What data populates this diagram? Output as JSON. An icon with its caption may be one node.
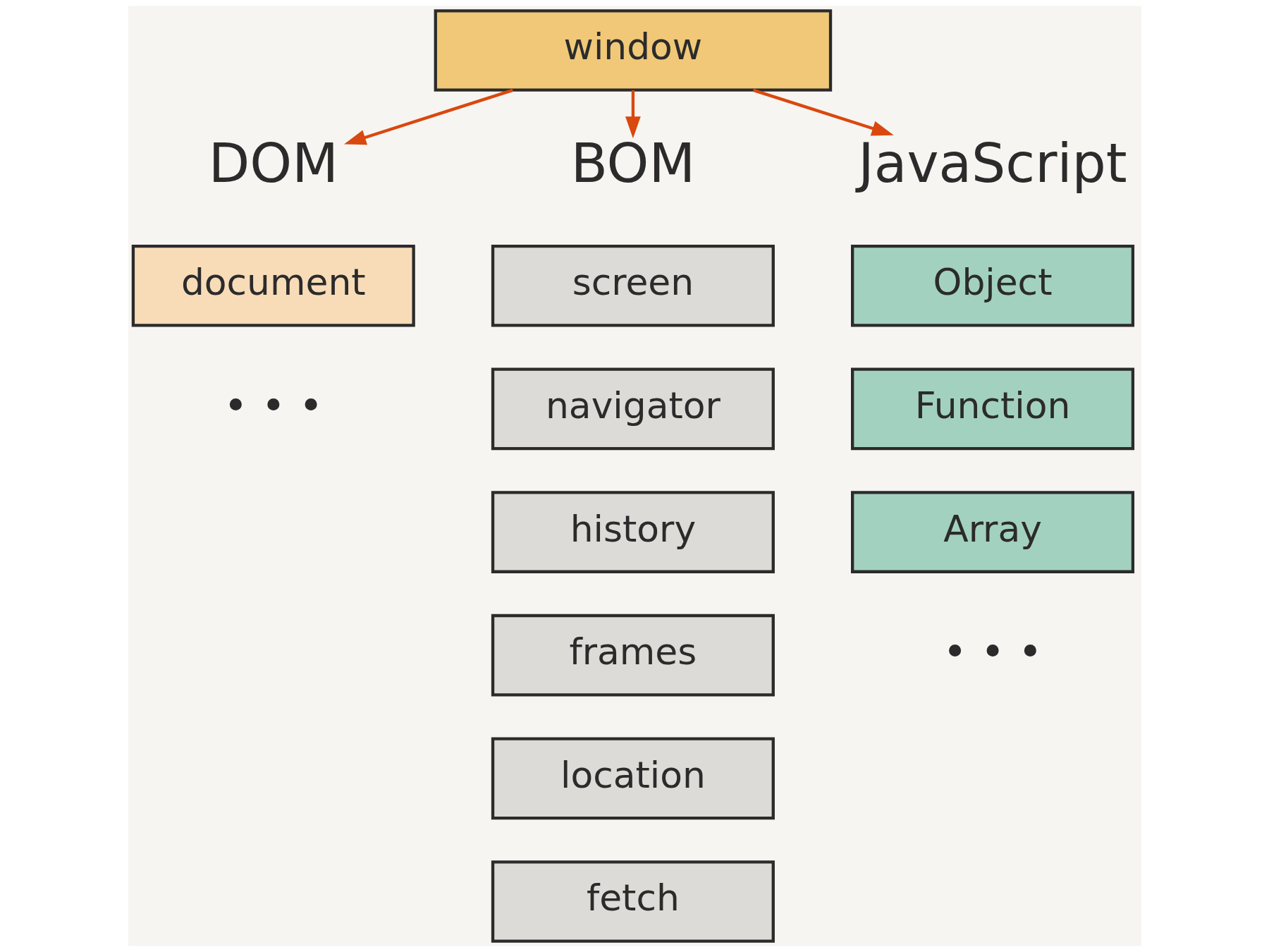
{
  "diagram": {
    "nodes": [
      {
        "text": [
          "window"
        ]
      },
      {
        "text": [
          "DOM"
        ]
      },
      {
        "text": [
          "document"
        ],
        "beside": [
          "• • •"
        ]
      },
      {
        "text": [
          "BOM"
        ]
      },
      {
        "text": [
          "screen"
        ]
      },
      {
        "text": [
          "navigator"
        ]
      },
      {
        "text": [
          "history"
        ]
      },
      {
        "text": [
          "frames"
        ]
      },
      {
        "text": [
          "location"
        ]
      },
      {
        "text": [
          "fetch"
        ]
      },
      {
        "text": [
          "JavaScript"
        ]
      },
      {
        "text": [
          "Object"
        ]
      },
      {
        "text": [
          "Function"
        ]
      },
      {
        "text": [
          "Array"
        ],
        "beside": [
          "• • •"
        ]
      }
    ],
    "edges": [
      {
        "from": 0,
        "to": 1,
        "arrow": "to"
      },
      {
        "from": 0,
        "to": 3,
        "arrow": "to"
      },
      {
        "from": 0,
        "to": 10,
        "arrow": "to"
      }
    ]
  }
}
